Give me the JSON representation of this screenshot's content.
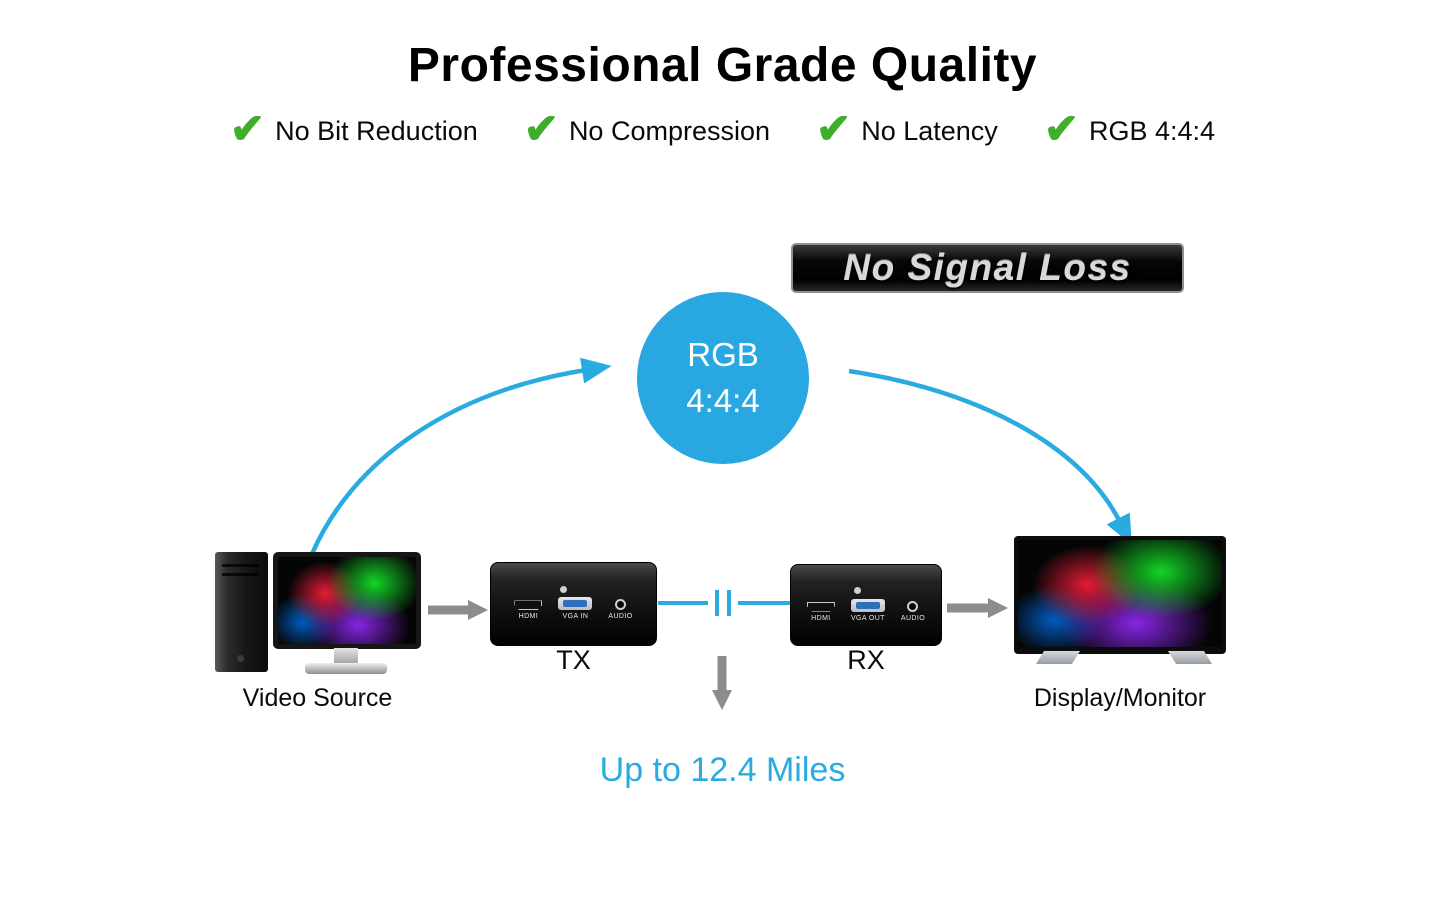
{
  "title": "Professional Grade Quality",
  "features": [
    {
      "label": "No Bit Reduction"
    },
    {
      "label": "No Compression"
    },
    {
      "label": "No Latency"
    },
    {
      "label": "RGB 4:4:4"
    }
  ],
  "icons": {
    "check": "✔"
  },
  "badge": {
    "text": "No Signal Loss"
  },
  "rgb_circle": {
    "line1": "RGB",
    "line2": "4:4:4"
  },
  "diagram": {
    "video_source_label": "Video Source",
    "tx_label": "TX",
    "rx_label": "RX",
    "display_label": "Display/Monitor",
    "distance_label": "Up to 12.4 Miles",
    "tx_ports": {
      "hdmi": "HDMI",
      "vga": "VGA IN",
      "audio": "AUDIO"
    },
    "rx_ports": {
      "hdmi": "HDMI",
      "vga": "VGA OUT",
      "audio": "AUDIO"
    }
  },
  "colors": {
    "accent_blue": "#29ABE2",
    "check_green": "#3FAE2A",
    "arrow_gray": "#8C8C8C",
    "badge_bg": "#0A0A0A"
  }
}
